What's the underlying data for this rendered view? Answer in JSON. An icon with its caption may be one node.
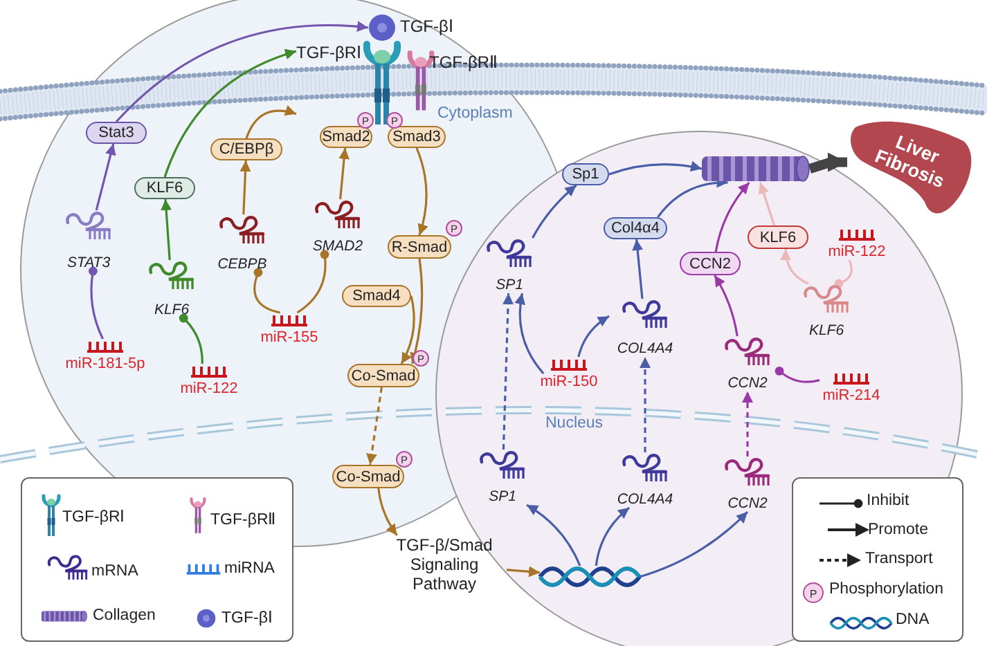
{
  "diagram": {
    "nodes": [
      {
        "text": [
          "TGF-βⅠ"
        ]
      },
      {
        "text": [
          "TGF-βRⅠ"
        ]
      },
      {
        "text": [
          "TGF-βRⅡ"
        ]
      },
      {
        "text": [
          "Stat3"
        ]
      },
      {
        "text": [
          "KLF6"
        ]
      },
      {
        "text": [
          "C/EBPβ"
        ]
      },
      {
        "text": [
          "Smad2"
        ],
        "beside": [
          "P"
        ]
      },
      {
        "text": [
          "Smad3"
        ],
        "beside": [
          "P"
        ]
      },
      {
        "text": [
          "R-Smad"
        ],
        "beside": [
          "P"
        ]
      },
      {
        "text": [
          "Smad4"
        ]
      },
      {
        "text": [
          "Co-Smad"
        ],
        "beside": [
          "P"
        ]
      },
      {
        "text": [
          "Co-Smad"
        ],
        "beside": [
          "P"
        ]
      },
      {
        "text": [
          "STAT3"
        ]
      },
      {
        "text": [
          "KLF6"
        ]
      },
      {
        "text": [
          "CEBPB"
        ]
      },
      {
        "text": [
          "SMAD2"
        ]
      },
      {
        "text": [
          "miR-181-5p"
        ]
      },
      {
        "text": [
          "miR-122"
        ]
      },
      {
        "text": [
          "miR-155"
        ]
      },
      {
        "text": [],
        "shape": "picture"
      },
      {
        "text": [
          "SP1"
        ]
      },
      {
        "text": [
          "COL4A4"
        ]
      },
      {
        "text": [
          "CCN2"
        ]
      },
      {
        "text": [
          "SP1"
        ]
      },
      {
        "text": [
          "COL4A4"
        ]
      },
      {
        "text": [
          "CCN2"
        ]
      },
      {
        "text": [
          "miR-150"
        ]
      },
      {
        "text": [
          "miR-214"
        ]
      },
      {
        "text": [
          "Sp1"
        ]
      },
      {
        "text": [
          "Col4α4"
        ]
      },
      {
        "text": [
          "CCN2"
        ]
      },
      {
        "text": [
          "KLF6"
        ]
      },
      {
        "text": [
          "miR-122"
        ]
      },
      {
        "text": [
          "KLF6"
        ]
      },
      {
        "text": [],
        "shape": "picture"
      },
      {
        "text": [
          "Liver Fibrosis"
        ]
      },
      {
        "text": [
          "TGF-β/Smad Signaling Pathway"
        ]
      }
    ],
    "edges": [
      {
        "from": 12,
        "to": 3,
        "arrow": "to",
        "color": "#7356b0"
      },
      {
        "from": 3,
        "to": 0,
        "arrow": "to",
        "color": "#7356b0"
      },
      {
        "from": 13,
        "to": 4,
        "arrow": "to",
        "color": "#3f8a2a"
      },
      {
        "from": 4,
        "to": 1,
        "arrow": "to",
        "color": "#3f8a2a"
      },
      {
        "from": 14,
        "to": 5,
        "arrow": "to",
        "color": "#a87528"
      },
      {
        "from": 5,
        "to": 1,
        "arrow": "to",
        "color": "#a87528"
      },
      {
        "from": 15,
        "to": 6,
        "arrow": "to",
        "color": "#a87528"
      },
      {
        "from": 7,
        "to": 8,
        "arrow": "to",
        "color": "#a87528"
      },
      {
        "from": 8,
        "to": 10,
        "arrow": "to",
        "color": "#a87528"
      },
      {
        "from": 9,
        "to": 10,
        "arrow": "to",
        "color": "#a87528"
      },
      {
        "from": 10,
        "to": 11,
        "arrow": "to",
        "style": "dashed",
        "color": "#a87528"
      },
      {
        "from": 11,
        "to": 36,
        "arrow": "to",
        "color": "#a87528"
      },
      {
        "from": 36,
        "to": 19,
        "arrow": "to",
        "color": "#a87528"
      },
      {
        "from": 16,
        "to": 12,
        "arrow": "other",
        "color": "#7356b0"
      },
      {
        "from": 17,
        "to": 13,
        "arrow": "other",
        "color": "#3f8a2a"
      },
      {
        "from": 18,
        "to": 14,
        "arrow": "other",
        "color": "#a87528"
      },
      {
        "from": 18,
        "to": 15,
        "arrow": "other",
        "color": "#a87528"
      },
      {
        "from": 19,
        "to": 20,
        "arrow": "to",
        "color": "#4a5ea8"
      },
      {
        "from": 19,
        "to": 21,
        "arrow": "to",
        "color": "#4a5ea8"
      },
      {
        "from": 19,
        "to": 22,
        "arrow": "to",
        "color": "#4a5ea8"
      },
      {
        "from": 20,
        "to": 23,
        "arrow": "to",
        "style": "dashed",
        "color": "#4a5ea8"
      },
      {
        "from": 21,
        "to": 24,
        "arrow": "to",
        "style": "dashed",
        "color": "#4a5ea8"
      },
      {
        "from": 22,
        "to": 25,
        "arrow": "to",
        "style": "dashed",
        "color": "#9b3aa6"
      },
      {
        "from": 26,
        "to": 23,
        "arrow": "to",
        "color": "#4a5ea8"
      },
      {
        "from": 26,
        "to": 24,
        "arrow": "to",
        "color": "#4a5ea8"
      },
      {
        "from": 27,
        "to": 25,
        "arrow": "other",
        "color": "#9b3aa6"
      },
      {
        "from": 23,
        "to": 28,
        "arrow": "to",
        "color": "#4a5ea8"
      },
      {
        "from": 24,
        "to": 29,
        "arrow": "to",
        "color": "#4a5ea8"
      },
      {
        "from": 25,
        "to": 30,
        "arrow": "to",
        "color": "#9b3aa6"
      },
      {
        "from": 28,
        "to": 34,
        "arrow": "to",
        "color": "#4a5ea8"
      },
      {
        "from": 29,
        "to": 34,
        "arrow": "to",
        "color": "#4a5ea8"
      },
      {
        "from": 30,
        "to": 34,
        "arrow": "to",
        "color": "#9b3aa6"
      },
      {
        "from": 31,
        "to": 34,
        "arrow": "to",
        "color": "#eab8b8"
      },
      {
        "from": 33,
        "to": 31,
        "arrow": "to",
        "color": "#eab8b8"
      },
      {
        "from": 32,
        "to": 33,
        "arrow": "other",
        "color": "#eab8b8"
      },
      {
        "from": 34,
        "to": 35,
        "arrow": "to",
        "style": "thick",
        "color": "#444444"
      }
    ],
    "labels": [
      "Cytoplasm",
      "Nucleus",
      "P"
    ],
    "legend": [
      {
        "text": "TGF-βRⅠ"
      },
      {
        "text": "TGF-βRⅡ"
      },
      {
        "text": "mRNA"
      },
      {
        "text": "miRNA"
      },
      {
        "text": "Collagen"
      },
      {
        "text": "TGF-βⅠ"
      },
      {
        "text": "Inhibit"
      },
      {
        "text": "Promote"
      },
      {
        "text": "Transport"
      },
      {
        "text": "Phosphorylation"
      },
      {
        "text": "DNA"
      }
    ]
  }
}
